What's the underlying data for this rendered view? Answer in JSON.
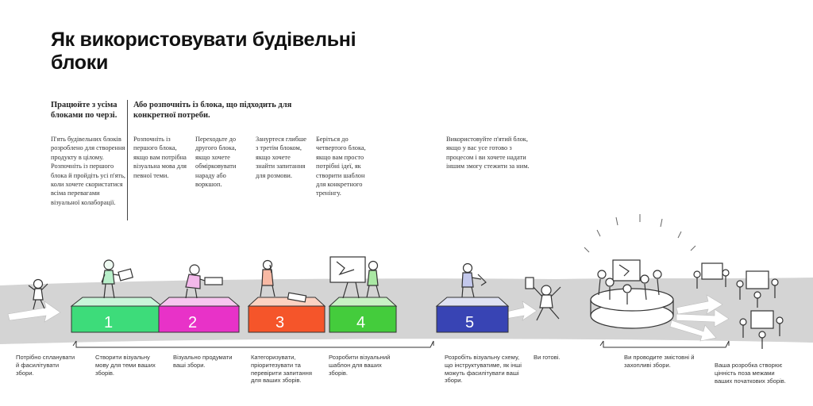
{
  "title": "Як використовувати будівельні блоки",
  "col_all": {
    "heading": "Працюйте з усіма блоками по черзі.",
    "text": "П'ять будівельних блоків розроблено для створення продукту в цілому. Розпочніть із першого блока й пройдіть усі п'ять, коли хочете скористатися всіма перевагами візуальної колаборації."
  },
  "col_any": {
    "heading": "Або розпочніть із блока, що підходить для конкретної потреби.",
    "items": [
      "Розпочніть із першого блока, якщо вам потрібна візуальна мова для певної теми.",
      "Переходьте до другого блока, якщо хочете обмірковувати нараду або воркшоп.",
      "Зануртеся глибше з третім блоком, якщо хочете знайти запитання для розмови.",
      "Беріться до четвертого блока, якщо вам просто потрібні ідеї, як створити шаблон для конкретного тренінгу."
    ],
    "fifth": "Використовуйте п'ятий блок, якщо у вас усе готово з процесом і ви хочете надати іншим змогу стежити за ним."
  },
  "blocks": [
    {
      "number": "1",
      "color": "#3ddc7a"
    },
    {
      "number": "2",
      "color": "#e832c8"
    },
    {
      "number": "3",
      "color": "#f5552a"
    },
    {
      "number": "4",
      "color": "#44cc3c"
    },
    {
      "number": "5",
      "color": "#3844b4"
    }
  ],
  "captions": [
    "Потрібно спланувати й фасилітувати збори.",
    "Створити візуальну мову для теми ваших зборів.",
    "Візуально продумати ваші збори.",
    "Категоризувати, пріоритезувати та перевірити запитання для ваших зборів.",
    "Розробити візуальний шаблон для ваших зборів.",
    "Розробіть візуальну схему, що інструктуватиме, як інші можуть фасилітувати ваші збори.",
    "Ви готові.",
    "Ви проводите змістовні й захопливі збори.",
    "Ваша розробка створює цінність поза межами ваших початкових зборів."
  ]
}
